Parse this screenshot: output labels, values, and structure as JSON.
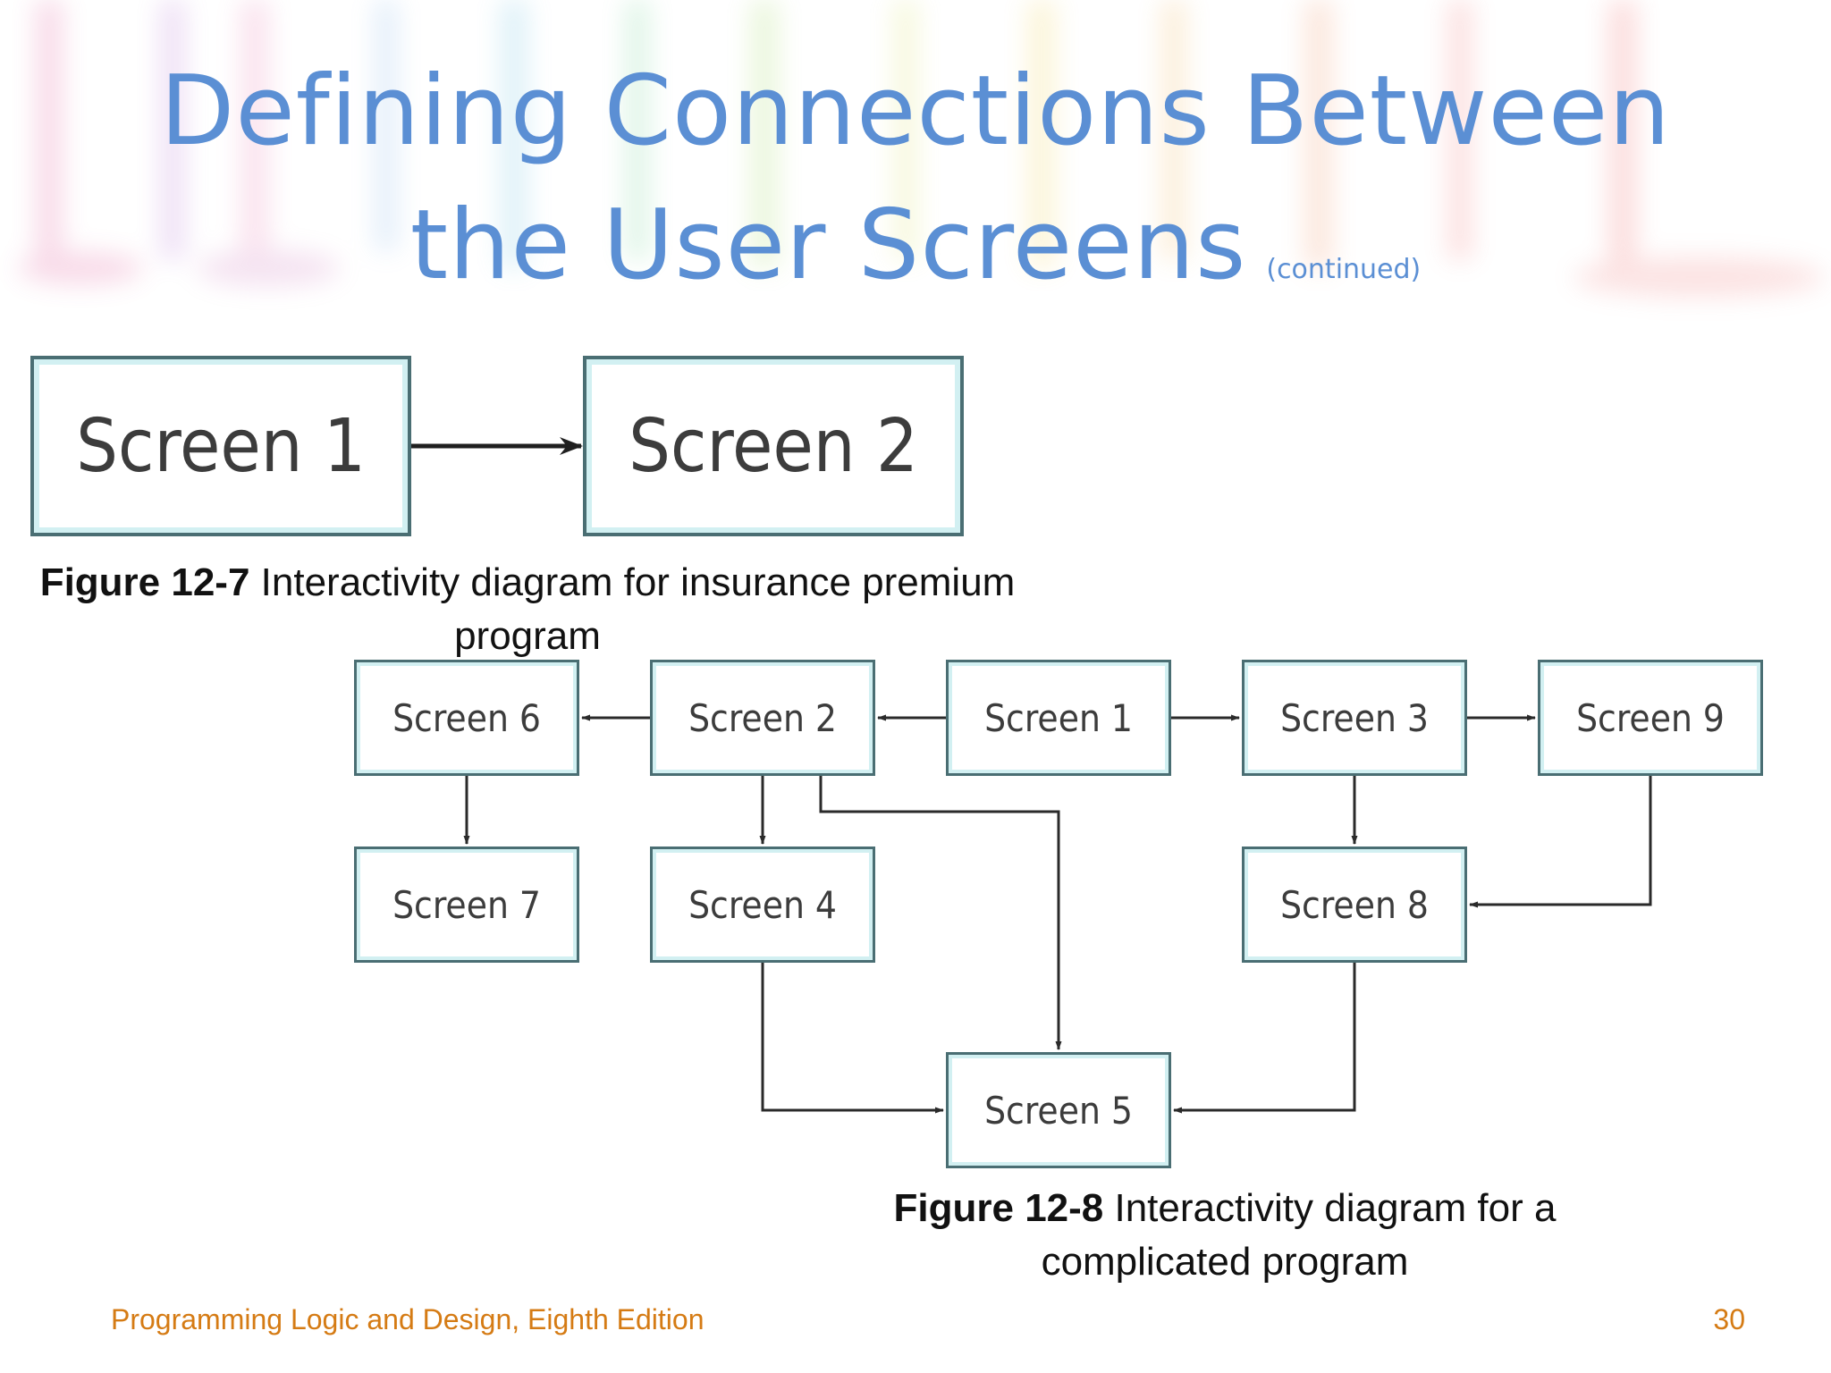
{
  "slide": {
    "title_line1": "Defining Connections Between",
    "title_line2": "the User Screens",
    "title_suffix": "(continued)",
    "footer_left": "Programming Logic and Design, Eighth Edition",
    "page_number": "30"
  },
  "figure_12_7": {
    "screens": [
      "Screen 1",
      "Screen 2"
    ],
    "caption_bold": "Figure 12-7",
    "caption_text": " Interactivity diagram for insurance premium program"
  },
  "figure_12_8": {
    "screens": {
      "s1": "Screen 1",
      "s2": "Screen 2",
      "s3": "Screen 3",
      "s4": "Screen 4",
      "s5": "Screen 5",
      "s6": "Screen 6",
      "s7": "Screen 7",
      "s8": "Screen 8",
      "s9": "Screen 9"
    },
    "caption_bold": "Figure 12-8",
    "caption_line1": " Interactivity diagram for a",
    "caption_line2": "complicated program"
  },
  "colors": {
    "title": "#5b8fd4",
    "footer": "#d57b14",
    "box_border": "#4a6e73",
    "box_inner": "#d2f0f2"
  }
}
